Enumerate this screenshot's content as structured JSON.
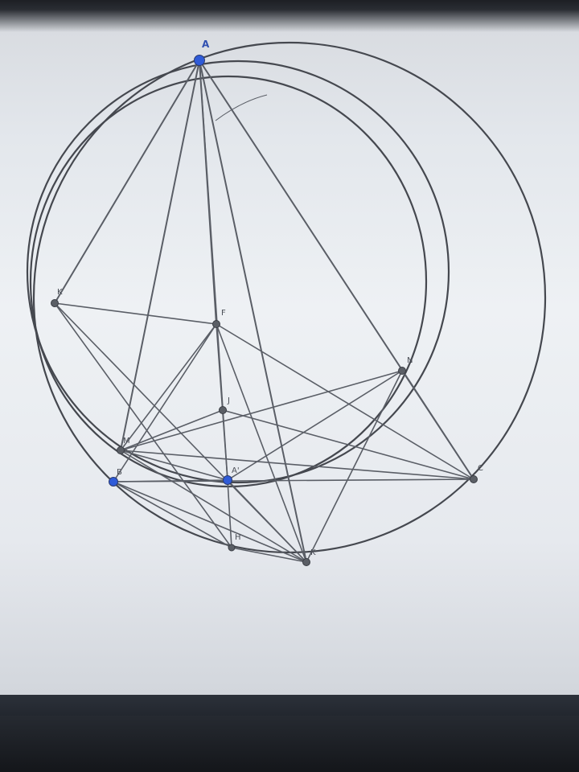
{
  "colors": {
    "line": "#5a5e66",
    "circle": "#45484f",
    "point": "#5b5f66",
    "point_blue": "#2f5bd8",
    "label": "#4a4e56",
    "label_blue": "#2f4fb0"
  },
  "points": [
    {
      "id": "A",
      "label": "A",
      "blue": true
    },
    {
      "id": "K1",
      "label": "K",
      "blue": false
    },
    {
      "id": "F",
      "label": "F",
      "blue": false
    },
    {
      "id": "N",
      "label": "N",
      "blue": false
    },
    {
      "id": "J",
      "label": "J",
      "blue": false
    },
    {
      "id": "M",
      "label": "M",
      "blue": false
    },
    {
      "id": "B",
      "label": "B",
      "blue": true
    },
    {
      "id": "A1",
      "label": "A'",
      "blue": true
    },
    {
      "id": "C",
      "label": "C",
      "blue": false
    },
    {
      "id": "H",
      "label": "H",
      "blue": false
    },
    {
      "id": "K2",
      "label": "K",
      "blue": false
    }
  ]
}
